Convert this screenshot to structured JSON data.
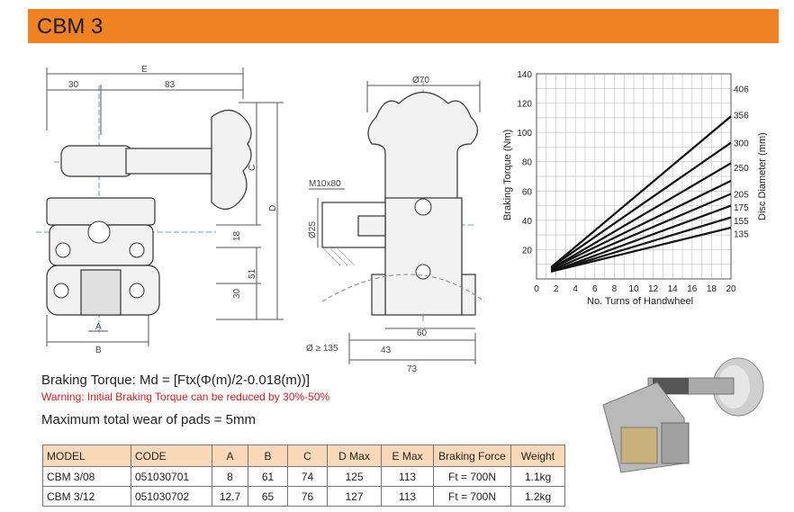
{
  "header": {
    "title": "CBM 3"
  },
  "front_view": {
    "dims": {
      "E": "E",
      "w30": "30",
      "w83": "83",
      "C": "C",
      "D": "D",
      "h18": "18",
      "h51": "51",
      "h30": "30",
      "A": "A",
      "B": "B"
    }
  },
  "side_view": {
    "dims": {
      "d70": "Ø70",
      "m10": "M10x80",
      "d25": "Ø25",
      "w60": "60",
      "w43": "43",
      "w73": "73",
      "disc": "Ø ≥ 135"
    }
  },
  "chart_data": {
    "type": "line",
    "xlabel": "No. Turns of Handwheel",
    "ylabel": "Braking Torque (Nm)",
    "y2label": "Disc Diameter (mm)",
    "xlim": [
      0,
      20
    ],
    "ylim": [
      0,
      140
    ],
    "x_ticks": [
      "0",
      "2",
      "4",
      "6",
      "8",
      "10",
      "12",
      "14",
      "16",
      "18",
      "20"
    ],
    "y_ticks": [
      "20",
      "40",
      "60",
      "80",
      "100",
      "120",
      "140"
    ],
    "grid": true,
    "series": [
      {
        "name": "406",
        "x": [
          1.5,
          20
        ],
        "y": [
          8,
          111
        ]
      },
      {
        "name": "356",
        "x": [
          1.5,
          20
        ],
        "y": [
          8,
          93
        ]
      },
      {
        "name": "300",
        "x": [
          1.5,
          20
        ],
        "y": [
          7,
          79
        ]
      },
      {
        "name": "250",
        "x": [
          1.5,
          20
        ],
        "y": [
          7,
          67
        ]
      },
      {
        "name": "205",
        "x": [
          1.5,
          20
        ],
        "y": [
          6,
          58
        ]
      },
      {
        "name": "175",
        "x": [
          1.5,
          20
        ],
        "y": [
          5,
          50
        ]
      },
      {
        "name": "155",
        "x": [
          1.5,
          20
        ],
        "y": [
          5,
          42
        ]
      },
      {
        "name": "135",
        "x": [
          1.5,
          20
        ],
        "y": [
          5,
          35
        ]
      }
    ],
    "right_labels": [
      {
        "text": "406",
        "y": 130
      },
      {
        "text": "356",
        "y": 112
      },
      {
        "text": "300",
        "y": 93
      },
      {
        "text": "250",
        "y": 76
      },
      {
        "text": "205",
        "y": 58
      },
      {
        "text": "175",
        "y": 49
      },
      {
        "text": "155",
        "y": 40
      },
      {
        "text": "135",
        "y": 31
      }
    ]
  },
  "text": {
    "formula": "Braking Torque: Md = [Ftx(Φ(m)/2-0.018(m))]",
    "warning": "Warning: Initial Braking Torque can be reduced by 30%-50%",
    "wear": "Maximum total wear of pads = 5mm"
  },
  "table": {
    "headers": [
      "MODEL",
      "CODE",
      "A",
      "B",
      "C",
      "D Max",
      "E Max",
      "Braking Force",
      "Weight"
    ],
    "rows": [
      [
        "CBM 3/08",
        "051030701",
        "8",
        "61",
        "74",
        "125",
        "113",
        "Ft = 700N",
        "1.1kg"
      ],
      [
        "CBM 3/12",
        "051030702",
        "12.7",
        "65",
        "76",
        "127",
        "113",
        "Ft = 700N",
        "1.2kg"
      ]
    ]
  },
  "colors": {
    "accent": "#f08221",
    "warning": "#d62021",
    "table_header": "#fbd9b8",
    "chart_grid": "#bbbbbb"
  }
}
